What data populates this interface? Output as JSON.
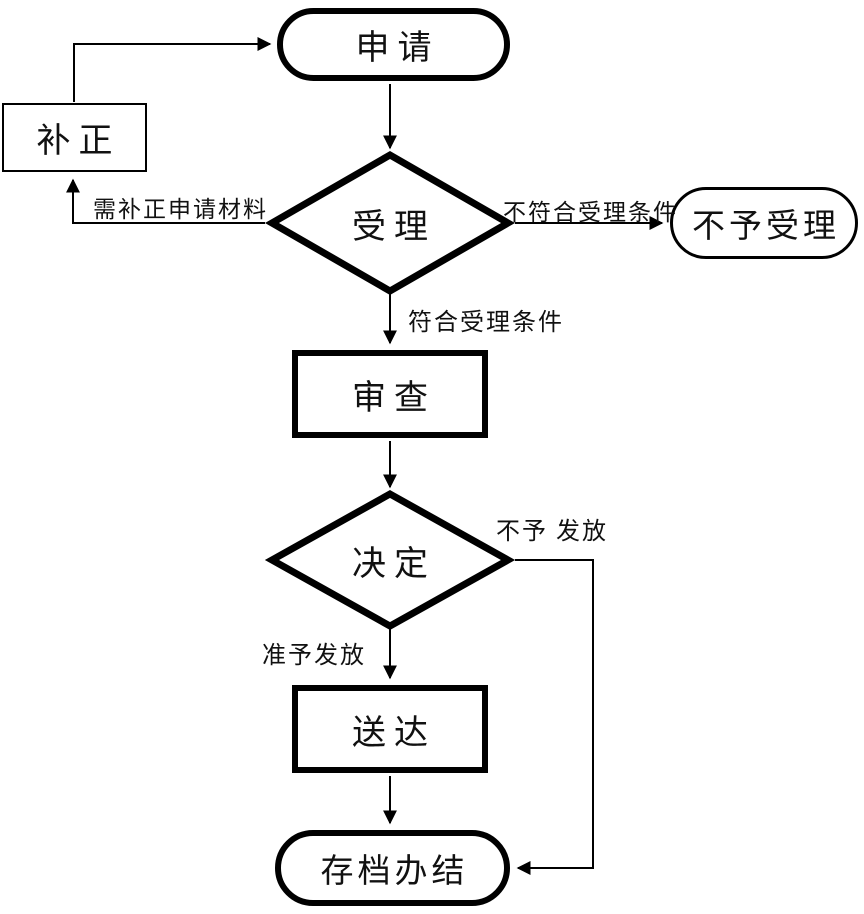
{
  "diagram": {
    "type": "flowchart",
    "language": "zh-CN",
    "colors": {
      "background": "#ffffff",
      "stroke": "#000000",
      "text": "#111111"
    },
    "nodes": {
      "apply": {
        "label": "申请",
        "shape": "stadium"
      },
      "correction": {
        "label": "补正",
        "shape": "rectangle"
      },
      "accept": {
        "label": "受理",
        "shape": "diamond"
      },
      "not_accept": {
        "label": "不予受理",
        "shape": "stadium"
      },
      "review": {
        "label": "审查",
        "shape": "rectangle"
      },
      "decision": {
        "label": "决定",
        "shape": "diamond"
      },
      "deliver": {
        "label": "送达",
        "shape": "rectangle"
      },
      "archive": {
        "label": "存档办结",
        "shape": "stadium"
      }
    },
    "edge_labels": {
      "need_correction": "需补正申请材料",
      "not_meet": "不符合受理条件",
      "meet": "符合受理条件",
      "not_issue": "不予 发放",
      "issue": "准予发放"
    },
    "edges": [
      {
        "from": "apply",
        "to": "accept"
      },
      {
        "from": "accept",
        "to": "correction",
        "label": "需补正申请材料"
      },
      {
        "from": "correction",
        "to": "apply"
      },
      {
        "from": "accept",
        "to": "not_accept",
        "label": "不符合受理条件"
      },
      {
        "from": "accept",
        "to": "review",
        "label": "符合受理条件"
      },
      {
        "from": "review",
        "to": "decision"
      },
      {
        "from": "decision",
        "to": "archive",
        "label": "不予 发放"
      },
      {
        "from": "decision",
        "to": "deliver",
        "label": "准予发放"
      },
      {
        "from": "deliver",
        "to": "archive"
      }
    ]
  }
}
